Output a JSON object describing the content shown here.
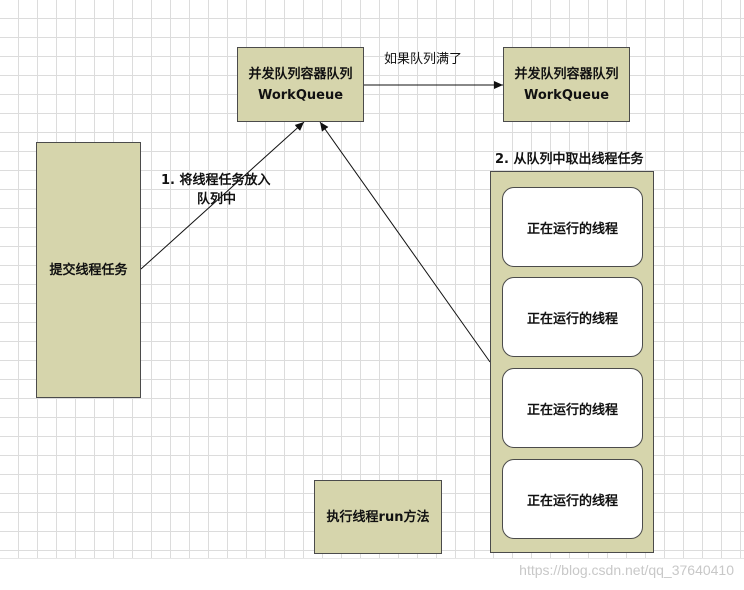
{
  "nodes": {
    "queue_main": {
      "line1": "并发队列容器队列",
      "line2": "WorkQueue"
    },
    "queue_full": {
      "line1": "并发队列容器队列",
      "line2": "WorkQueue"
    },
    "submit_task": {
      "label": "提交线程任务"
    },
    "run_method": {
      "label": "执行线程run方法"
    }
  },
  "labels": {
    "if_full": "如果队列满了",
    "step1_line1": "1. 将线程任务放入",
    "step1_line2": "队列中",
    "step2": "2. 从队列中取出线程任务"
  },
  "threads": [
    {
      "label": "正在运行的线程"
    },
    {
      "label": "正在运行的线程"
    },
    {
      "label": "正在运行的线程"
    },
    {
      "label": "正在运行的线程"
    }
  ],
  "watermark": "https://blog.csdn.net/qq_37640410",
  "colors": {
    "node_fill": "#d6d5ac",
    "border": "#4b4b4b",
    "grid": "#dcdcdc"
  }
}
